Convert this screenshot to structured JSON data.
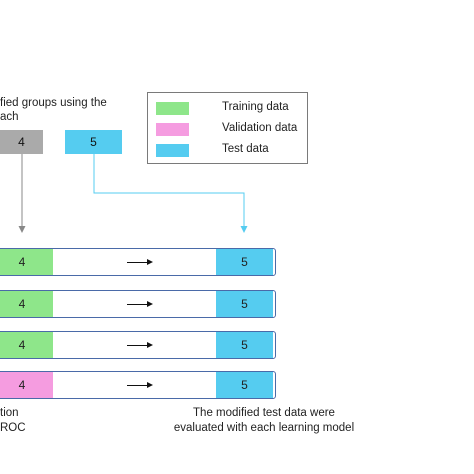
{
  "top_text": {
    "line1": "fied groups using the",
    "line2": "ach"
  },
  "group_boxes": [
    {
      "label": "4",
      "color": "#aaaaaa"
    },
    {
      "label": "5",
      "color": "#55ccf0"
    }
  ],
  "legend": [
    {
      "label": "Training data",
      "color": "#8ee68a"
    },
    {
      "label": "Validation data",
      "color": "#f59ce0"
    },
    {
      "label": "Test data",
      "color": "#55ccf0"
    }
  ],
  "rows": [
    {
      "left_label": "4",
      "left_color": "#8ee68a",
      "right_label": "5"
    },
    {
      "left_label": "4",
      "left_color": "#8ee68a",
      "right_label": "5"
    },
    {
      "left_label": "4",
      "left_color": "#8ee68a",
      "right_label": "5"
    },
    {
      "left_label": "4",
      "left_color": "#f59ce0",
      "right_label": "5"
    }
  ],
  "bottom_left": {
    "line1": "tion",
    "line2": "ROC"
  },
  "bottom_right": {
    "line1": "The modified test data were",
    "line2": "evaluated with each learning model"
  },
  "colors": {
    "connector_gray": "#888888",
    "connector_blue": "#55ccf0",
    "row_border": "#4a6aa8"
  }
}
